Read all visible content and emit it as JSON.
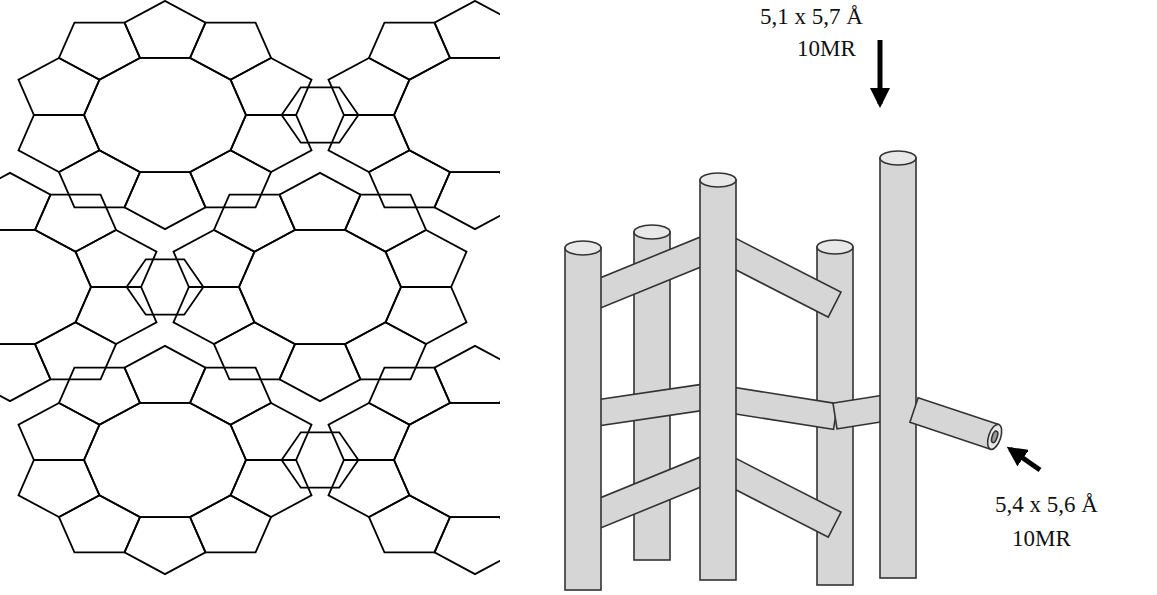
{
  "diagram": {
    "labels": [
      "5,1 x 5,7 Å",
      "10MR",
      "5,4 x 5,6 Å",
      "10MR"
    ]
  }
}
